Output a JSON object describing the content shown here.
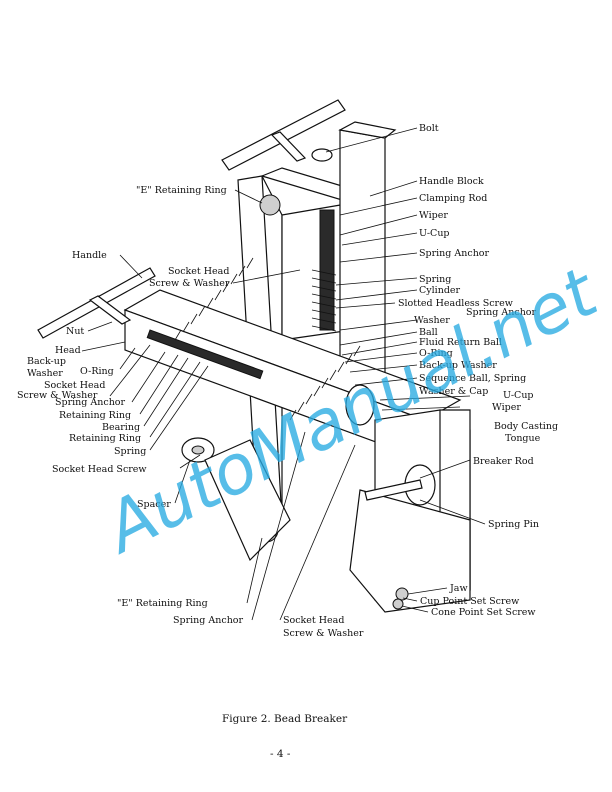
{
  "labels": {
    "bolt": "Bolt",
    "handle_block": "Handle Block",
    "clamping_rod": "Clamping Rod",
    "wiper_top": "Wiper",
    "u_cup_top": "U-Cup",
    "spring_anchor_top": "Spring Anchor",
    "spring_right": "Spring",
    "cylinder": "Cylinder",
    "slotted_headless_screw": "Slotted Headless Screw",
    "spring_anchor_right": "Spring Anchor",
    "washer_right": "Washer",
    "ball": "Ball",
    "fluid_return_ball": "Fluid Return Ball",
    "o_ring_right": "O-Ring",
    "back_up_washer": "Back-up Washer",
    "sequence_ball_spring": "Sequence Ball, Spring",
    "washer_and_cap": "Washer & Cap",
    "u_cup_right": "U-Cup",
    "wiper_right": "Wiper",
    "body_casting": "Body Casting",
    "tongue": "Tongue",
    "breaker_rod": "Breaker Rod",
    "spring_pin": "Spring Pin",
    "jaw": "Jaw",
    "cup_point_set_screw": "Cup Point Set Screw",
    "cone_point_set_screw": "Cone Point Set Screw",
    "e_ring_top": "\"E\" Retaining Ring",
    "handle": "Handle",
    "socket_head_sw_top_1": "Socket Head",
    "socket_head_sw_top_2": "Screw & Washer",
    "nut": "Nut",
    "head": "Head",
    "back_up": "Back-up",
    "washer_left": "Washer",
    "o_ring_left": "O-Ring",
    "socket_head_left_1": "Socket Head",
    "socket_head_left_2": "Screw & Washer",
    "spring_anchor_left": "Spring Anchor",
    "retaining_ring_1": "Retaining Ring",
    "bearing": "Bearing",
    "retaining_ring_2": "Retaining Ring",
    "spring_left": "Spring",
    "socket_head_screw": "Socket Head Screw",
    "spacer": "Spacer",
    "e_ring_bottom": "\"E\" Retaining Ring",
    "spring_anchor_bottom": "Spring Anchor",
    "socket_head_sw_bottom_1": "Socket Head",
    "socket_head_sw_bottom_2": "Screw & Washer"
  },
  "caption": "Figure 2.  Bead Breaker",
  "page_number": "- 4 -",
  "watermark": "AutoManual.net",
  "colors": {
    "ink": "#111111",
    "watermark": "#29abe2"
  }
}
